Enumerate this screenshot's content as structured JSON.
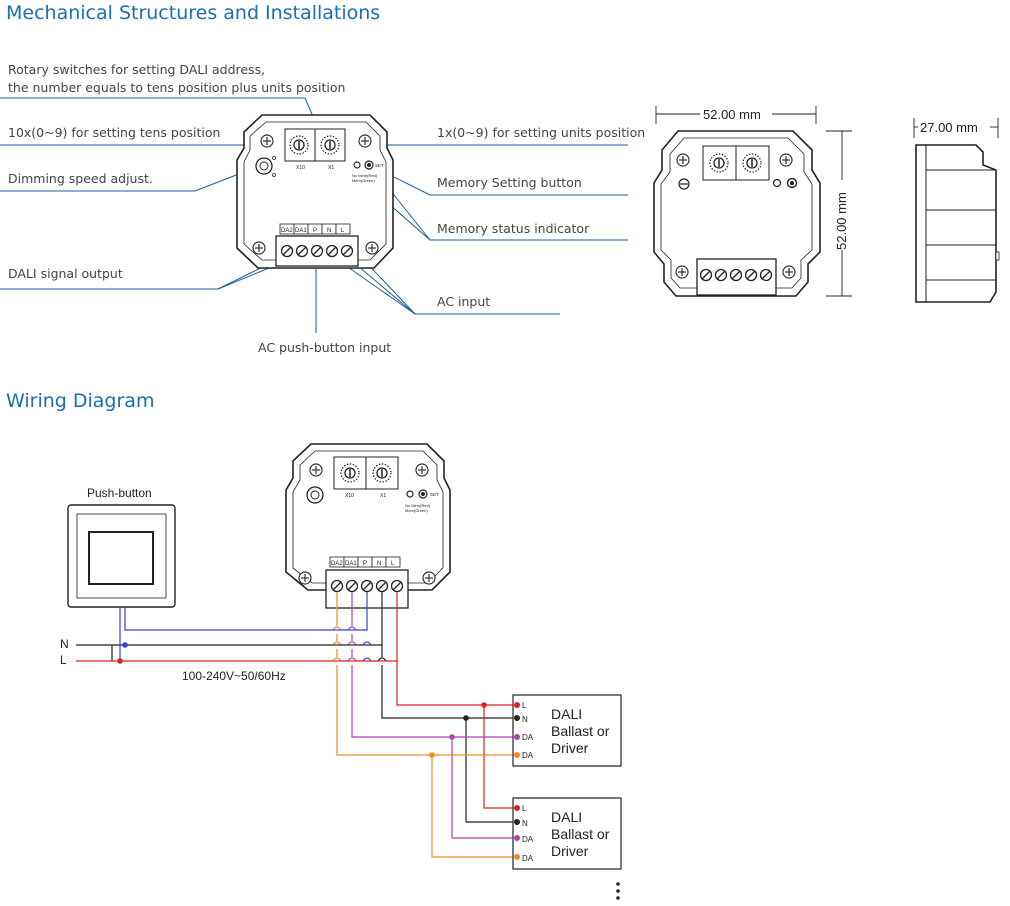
{
  "headings": {
    "mechanical": "Mechanical Structures and Installations",
    "wiring": "Wiring Diagram"
  },
  "callouts": {
    "rotary_line1": "Rotary switches for setting DALI address,",
    "rotary_line2": "the number equals to tens position plus units position",
    "tens": "10x(0~9) for setting tens position",
    "dimming": "Dimming speed adjust.",
    "dali_output": "DALI signal output",
    "units": "1x(0~9) for setting units position",
    "memory_button": "Memory Setting button",
    "memory_indicator": "Memory status indicator",
    "ac_input": "AC input",
    "ac_push": "AC push-button input"
  },
  "device": {
    "tens_label": "X10",
    "units_label": "X1",
    "set_label": "SET",
    "mem_note_1": "No Mem(Red)",
    "mem_note_2": "Mem(Green)",
    "terminals": [
      "DA2",
      "DA1",
      "P",
      "N",
      "L"
    ]
  },
  "dimensions": {
    "width": "52.00 mm",
    "height": "52.00 mm",
    "depth": "27.00 mm"
  },
  "wiring": {
    "push_button": "Push-button",
    "line_n": "N",
    "line_l": "L",
    "voltage": "100-240V~50/60Hz",
    "ballast_line1": "DALI",
    "ballast_line2": "Ballast or",
    "ballast_line3": "Driver",
    "ballast_pins": [
      "L",
      "N",
      "DA",
      "DA"
    ],
    "colors": {
      "l": "#e02020",
      "n": "#222222",
      "push": "#3b3fd0",
      "da1": "#b040b0",
      "da2": "#f08a20",
      "heading": "#1a6fb0",
      "callout_line": "#1a5f9e"
    }
  }
}
